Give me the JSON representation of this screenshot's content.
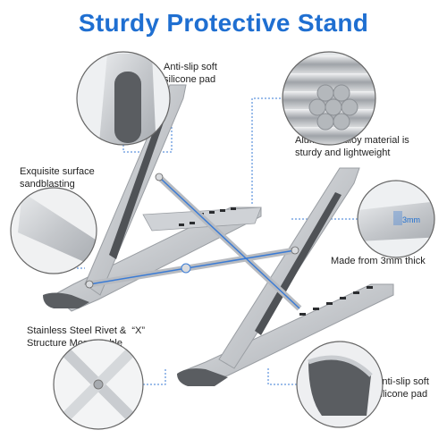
{
  "title": "Sturdy Protective Stand",
  "callouts": {
    "silicone_pad_top": "Anti-slip soft\nsilicone pad",
    "aluminum": "Aluminum alloy material is\nsturdy and lightweight",
    "sandblasting": "Exquisite surface\nsandblasting",
    "thickness": "Made from 3mm thick",
    "thickness_tag": "3mm",
    "rivet": "Stainless Steel Rivet &  “X”\nStructure More Stable",
    "silicone_pad_bottom": "Anti-slip soft\nsilicone pad"
  },
  "colors": {
    "title": "#1f6fd1",
    "accent": "#3a7bd5",
    "metal": "#c9ccd0",
    "pad": "#55585c"
  }
}
